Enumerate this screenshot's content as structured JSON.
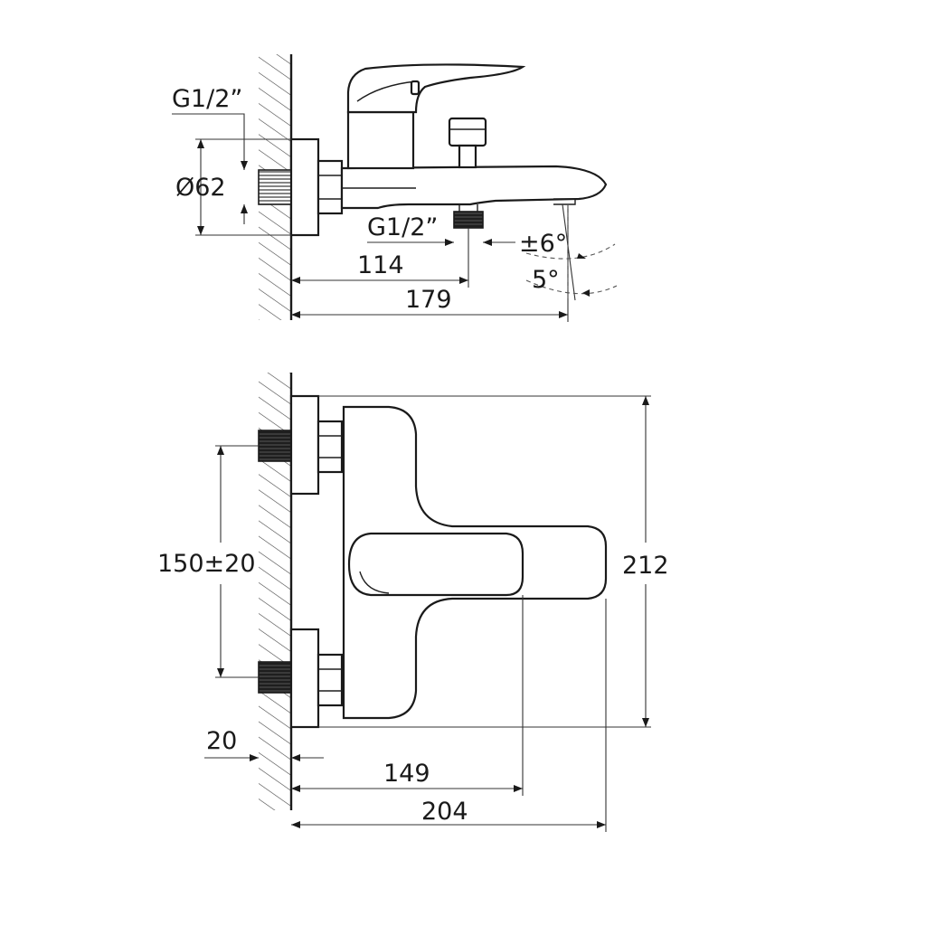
{
  "side_view": {
    "inlet_thread": "G1/2”",
    "flange_diameter": "Ø62",
    "outlet_thread": "G1/2”",
    "angle_tolerance": "±6°",
    "angle": "5°",
    "outlet_distance": "114",
    "spout_length": "179"
  },
  "front_view": {
    "inlet_spacing": "150±20",
    "height": "212",
    "wall_offset": "20",
    "handle_length": "149",
    "total_length": "204"
  }
}
